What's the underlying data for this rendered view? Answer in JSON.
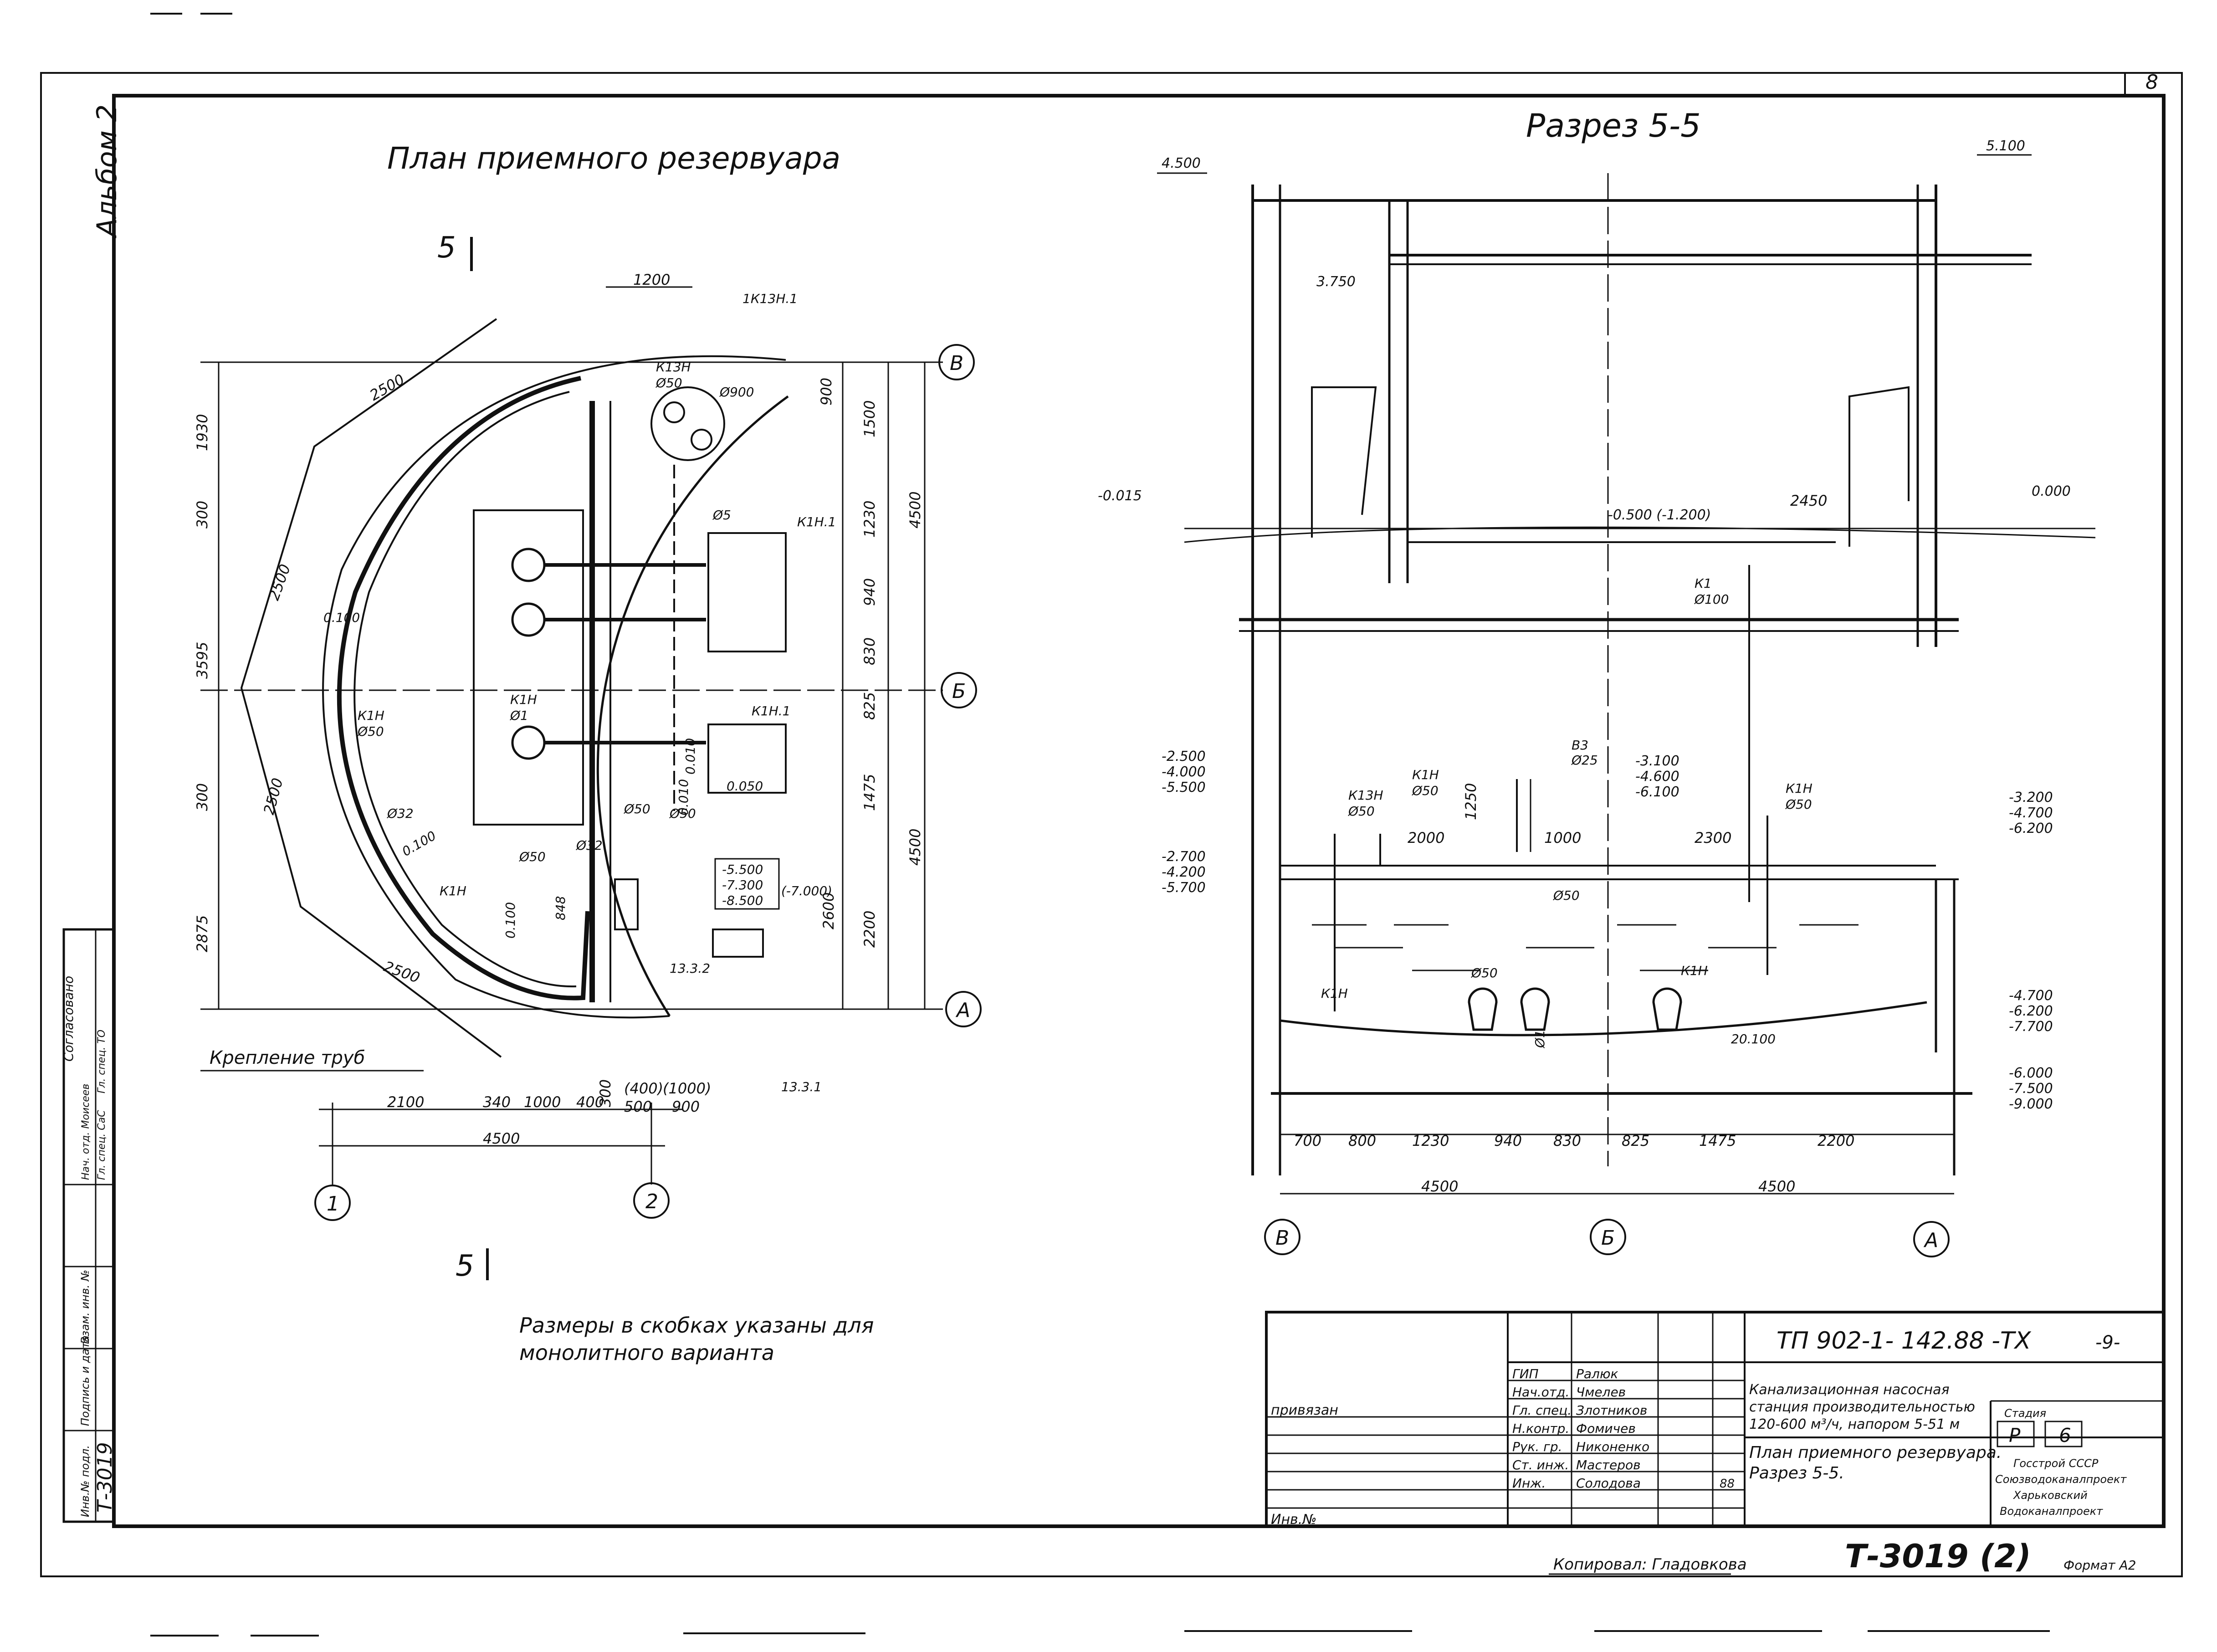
{
  "album": "Альбом 2",
  "sheet_number": "8",
  "left_view": {
    "title": "План приемного резервуара",
    "cut_mark": "5",
    "note_line1": "Размеры в скобках указаны для",
    "note_line2": "монолитного варианта",
    "pipe_mount": "Крепление труб",
    "axes": [
      "В",
      "Б",
      "А",
      "1",
      "2"
    ],
    "dims_top": [
      "1200",
      "900",
      "1500",
      "1230",
      "940",
      "830",
      "825",
      "1475",
      "2200",
      "4500",
      "4500",
      "1930",
      "300",
      "3595",
      "300",
      "2875",
      "2600"
    ],
    "dims_bottom": [
      "2100",
      "340",
      "1000",
      "400",
      "300",
      "(400)",
      "(1000)",
      "500",
      "900",
      "4500"
    ],
    "arcs": [
      "2500",
      "2500",
      "2500",
      "2500"
    ],
    "labels": [
      "1К13Н.1",
      "К13Н",
      "Ø50",
      "Ø900",
      "К1Н.1",
      "Ø5",
      "0.100",
      "К1Н",
      "Ø50",
      "0.010",
      "К1Н",
      "Ø1",
      "К1Н.1",
      "0.050",
      "Ø32",
      "0.100",
      "К1Н",
      "Ø50",
      "Ø32",
      "0.100",
      "Ø50",
      "0.010",
      "Ø50",
      "848",
      "13.3.2",
      "13.3.1"
    ],
    "levels": [
      "-5.500",
      "-7.300",
      "-8.500",
      "(-7.000)"
    ]
  },
  "right_view": {
    "title": "Разрез 5-5",
    "levels_left": [
      "4.500",
      "3.750",
      "-0.015",
      "-2.500",
      "-4.000",
      "-5.500",
      "-2.700",
      "-4.200",
      "-5.700"
    ],
    "levels_right": [
      "5.100",
      "0.000",
      "-3.200",
      "-4.700",
      "-6.200",
      "-4.700",
      "-6.200",
      "-7.700",
      "-6.000",
      "-7.500",
      "-9.000"
    ],
    "mid_levels": [
      "-0.500 (-1.200)",
      "-3.100",
      "-4.600",
      "-6.100"
    ],
    "dims": [
      "2450",
      "1250",
      "2000",
      "1000",
      "2300",
      "700",
      "800",
      "1230",
      "940",
      "830",
      "825",
      "1475",
      "2200",
      "4500",
      "4500"
    ],
    "pipes": [
      "К1",
      "Ø100",
      "В3",
      "Ø25",
      "К13Н",
      "Ø50",
      "К1Н",
      "Ø50",
      "К1Н",
      "Ø50",
      "К1Н",
      "Ø50",
      "Ø50",
      "К1Н",
      "Ø1",
      "20.100"
    ],
    "axes": [
      "В",
      "Б",
      "А"
    ]
  },
  "title_block": {
    "doc_code": "ТП 902-1- 142.88 -ТХ",
    "sheet_marker": "-9-",
    "bound": "привязан",
    "inv": "Инв.№",
    "roles": [
      "ГИП",
      "Нач.отд.",
      "Гл. спец.",
      "Н.контр.",
      "Рук. гр.",
      "Ст. инж.",
      "Инж."
    ],
    "names": [
      "Ралюк",
      "Чмелев",
      "Злотников",
      "Фомичев",
      "Никоненко",
      "Мастеров",
      "Солодова"
    ],
    "project_line1": "Канализационная насосная",
    "project_line2": "станция производительностью",
    "project_line3": "120-600 м³/ч, напором 5-51 м",
    "sheet_title1": "План приемного резервуара.",
    "sheet_title2": "Разрез 5-5.",
    "stage_label": "Стадия",
    "stage_p": "Р",
    "stage_e": "6",
    "org1": "Госстрой СССР",
    "org2": "Союзводоканалпроект",
    "org3": "Харьковский",
    "org4": "Водоканалпроект",
    "date": "88"
  },
  "side_stamp": {
    "inv_label": "Инв.№ подл.",
    "sign_label": "Подпись и дата",
    "replace_label": "Взам. инв. №",
    "code": "Т-3019",
    "agreed": "Согласовано",
    "row1": "Нач. отд. Моисеев",
    "row2": "Гл. спец. СаС",
    "row3": "Гл. спец. ТО"
  },
  "footer": {
    "copied": "Копировал: Гладовкова",
    "stamp": "Т-3019 (2)",
    "format": "Формат А2"
  }
}
